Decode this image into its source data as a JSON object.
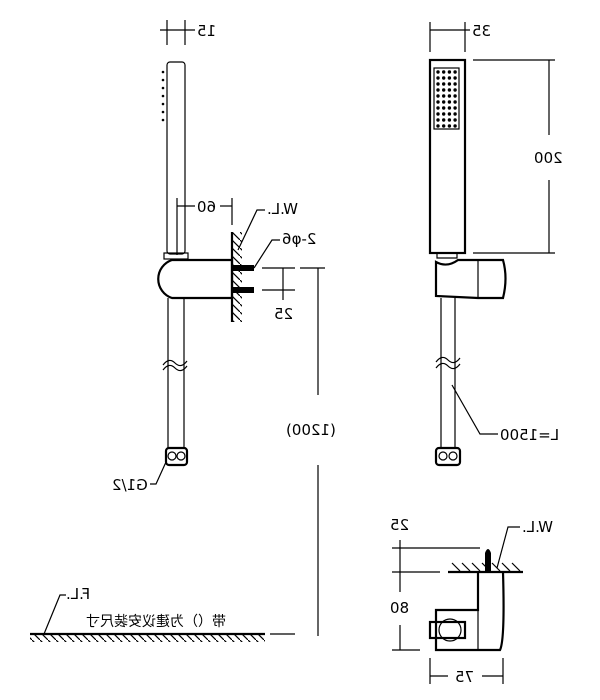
{
  "drawing": {
    "side_view": {
      "dim_width": "15",
      "dim_holder_depth": "60",
      "wall_label": "W.L.",
      "screw_label": "2-φ6",
      "dim_screw_spacing": "25",
      "dim_height": "(1200)",
      "thread_label": "G1/2",
      "floor_label": "F.L.",
      "note": "带（）为建议安装尺寸"
    },
    "front_view": {
      "dim_width": "35",
      "dim_head_length": "200",
      "hose_label": "L=1500"
    },
    "holder_detail": {
      "dim_screw": "25",
      "dim_height": "80",
      "dim_depth": "75",
      "wall_label": "W.L."
    }
  }
}
